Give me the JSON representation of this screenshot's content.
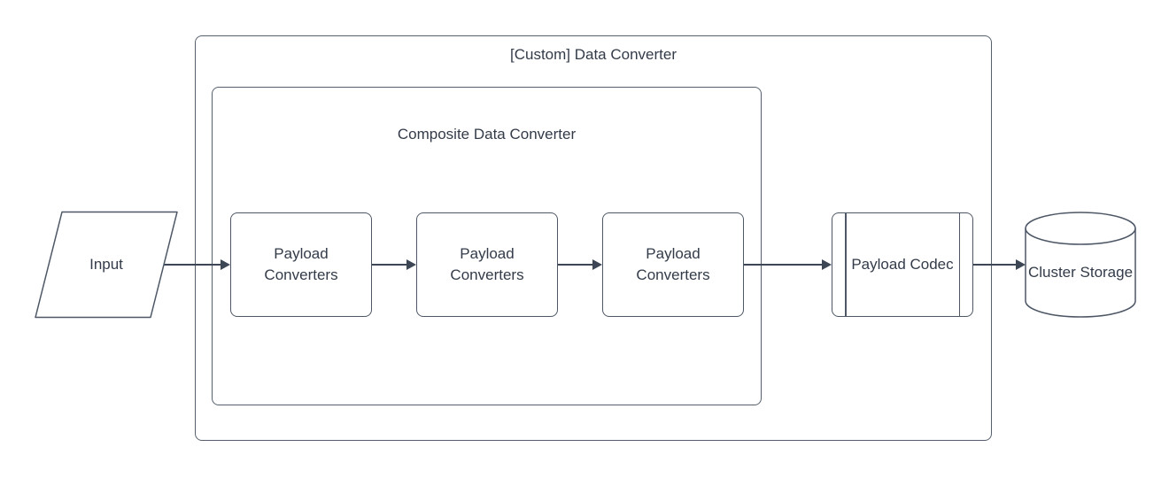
{
  "diagram": {
    "outer_group": {
      "title": "[Custom] Data Converter"
    },
    "composite_group": {
      "title": "Composite Data Converter"
    },
    "input": {
      "label": "Input",
      "shape": "parallelogram"
    },
    "converters": [
      {
        "label": "Payload Converters"
      },
      {
        "label": "Payload Converters"
      },
      {
        "label": "Payload Converters"
      }
    ],
    "codec": {
      "label": "Payload Codec",
      "shape": "predefined-process"
    },
    "storage": {
      "label": "Cluster Storage",
      "shape": "cylinder"
    },
    "colors": {
      "background": "#ffffff",
      "group_stroke": "#55606e",
      "node_stroke": "#4d5765",
      "arrow": "#3c4654",
      "text": "#333b49"
    }
  }
}
